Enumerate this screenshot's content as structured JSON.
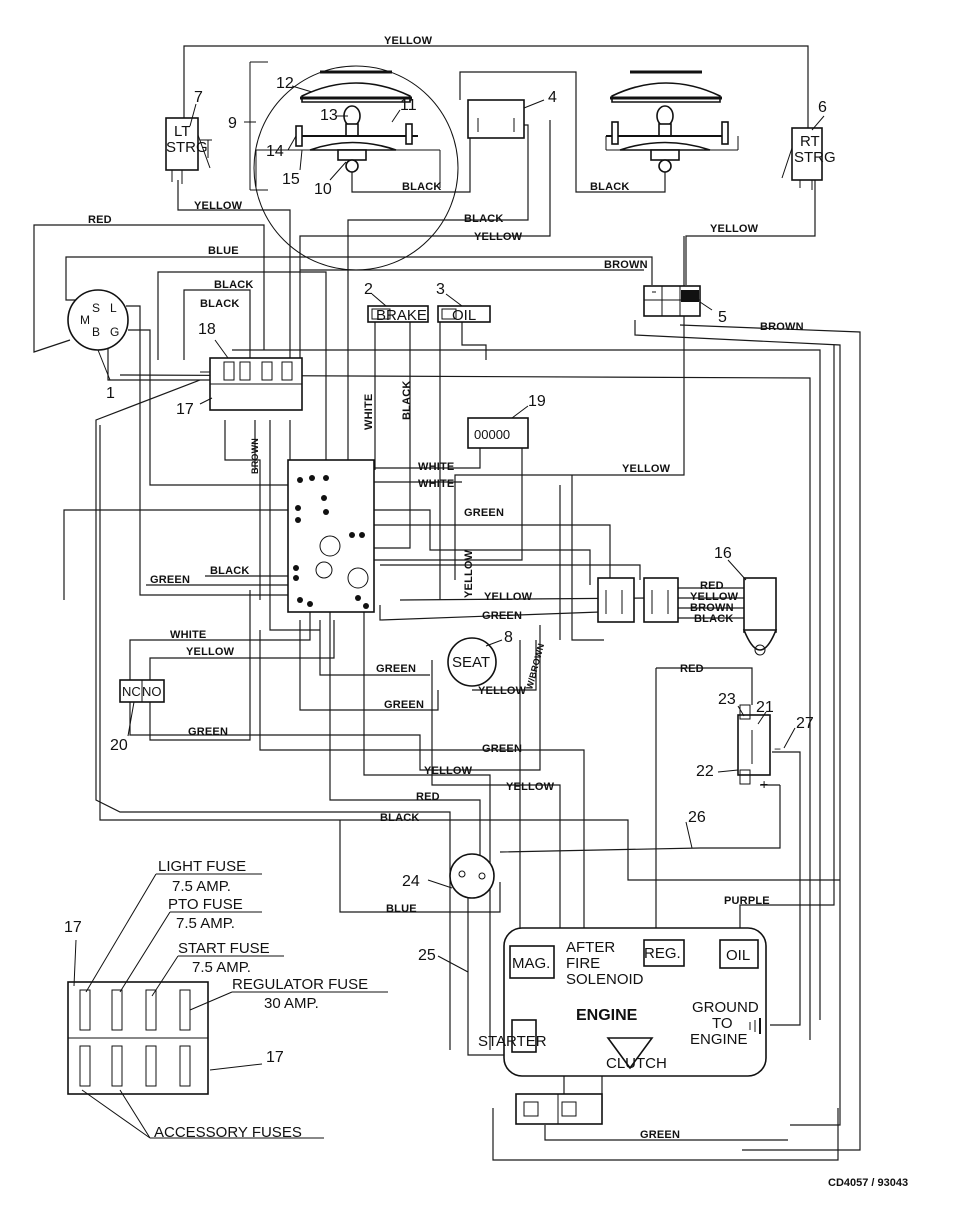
{
  "wire_labels": {
    "yellow_top": "YELLOW",
    "yellow_lt": "YELLOW",
    "black_lamp1": "BLACK",
    "black_lamp2": "BLACK",
    "black_mid": "BLACK",
    "yellow_mid": "YELLOW",
    "red_left": "RED",
    "blue": "BLUE",
    "black_a": "BLACK",
    "black_b": "BLACK",
    "brown_top": "BROWN",
    "yellow_rt": "YELLOW",
    "brown_right": "BROWN",
    "white_v": "WHITE",
    "black_v": "BLACK",
    "brown_v": "BROWN",
    "white_1": "WHITE",
    "white_2": "WHITE",
    "green_1": "GREEN",
    "yellow_v": "YELLOW",
    "yellow_mid2": "YELLOW",
    "green_2": "GREEN",
    "green_left": "GREEN",
    "black_left": "BLACK",
    "yellow_right": "YELLOW",
    "red_16": "RED",
    "yellow_16": "YELLOW",
    "brown_16": "BROWN",
    "black_16": "BLACK",
    "white_20": "WHITE",
    "yellow_20": "YELLOW",
    "green_3": "GREEN",
    "green_4": "GREEN",
    "green_20": "GREEN",
    "yellow_seat": "YELLOW",
    "wbrown": "W/BROWN",
    "red_21": "RED",
    "green_5": "GREEN",
    "yellow_6": "YELLOW",
    "yellow_7": "YELLOW",
    "red_8": "RED",
    "black_9": "BLACK",
    "blue_24": "BLUE",
    "purple": "PURPLE",
    "green_bottom": "GREEN"
  },
  "components": {
    "lt_strg": [
      "LT",
      "STRG"
    ],
    "rt_strg": [
      "RT",
      "STRG"
    ],
    "brake": "BRAKE",
    "oil_switch": "OIL",
    "hour_meter": "00000",
    "seat": "SEAT",
    "nc": "NC",
    "no": "NO",
    "ignition_pins": [
      "S",
      "L",
      "M",
      "B",
      "G"
    ],
    "engine": "ENGINE",
    "mag": "MAG.",
    "after_fire": [
      "AFTER",
      "FIRE",
      "SOLENOID"
    ],
    "reg": "REG.",
    "oil_engine": "OIL",
    "ground": [
      "GROUND",
      "TO",
      "ENGINE"
    ],
    "starter": "STARTER",
    "clutch": "CLUTCH"
  },
  "callouts": [
    "1",
    "2",
    "3",
    "4",
    "5",
    "6",
    "7",
    "8",
    "9",
    "10",
    "11",
    "12",
    "13",
    "14",
    "15",
    "16",
    "17",
    "17",
    "17",
    "18",
    "19",
    "20",
    "21",
    "22",
    "23",
    "24",
    "25",
    "26",
    "27"
  ],
  "fuse_legend": {
    "light_fuse": "LIGHT FUSE",
    "light_amp": "7.5 AMP.",
    "pto_fuse": "PTO FUSE",
    "pto_amp": "7.5 AMP.",
    "start_fuse": "START FUSE",
    "start_amp": "7.5 AMP.",
    "reg_fuse": "REGULATOR FUSE",
    "reg_amp": "30 AMP.",
    "accessory": "ACCESSORY FUSES"
  },
  "drawing_id": "CD4057 / 93043"
}
